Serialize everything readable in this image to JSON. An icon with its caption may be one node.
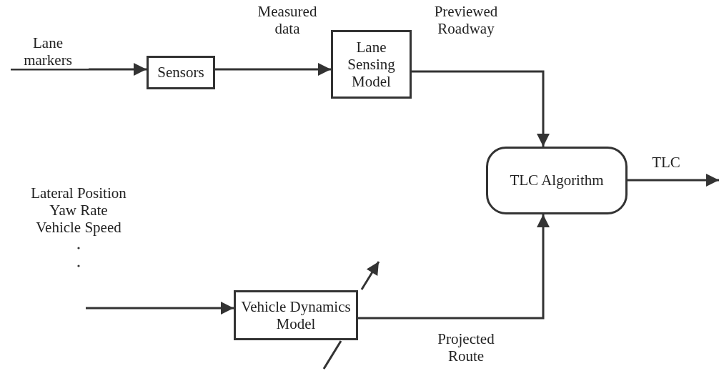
{
  "diagram": {
    "nodes": [
      {
        "text": [
          "Sensors"
        ]
      },
      {
        "text": [
          "Lane Sensing Model"
        ]
      },
      {
        "text": [
          "TLC Algorithm"
        ]
      },
      {
        "text": [
          "Lateral Position",
          "Yaw Rate",
          "Vehicle Speed"
        ]
      },
      {
        "text": [
          "Vehicle Dynamics Model"
        ]
      }
    ],
    "edges": [
      {
        "from": null,
        "to": 0,
        "arrow": "to",
        "label": "Lane markers"
      },
      {
        "from": 0,
        "to": 1,
        "arrow": "to",
        "label": "Measured data"
      },
      {
        "from": 1,
        "to": 2,
        "arrow": "to",
        "label": "Previewed Roadway"
      },
      {
        "from": 2,
        "to": null,
        "arrow": "to",
        "label": "TLC"
      },
      {
        "from": 3,
        "to": 4,
        "arrow": "to"
      },
      {
        "from": 4,
        "to": 2,
        "arrow": "to",
        "label": "Projected Route"
      }
    ]
  }
}
